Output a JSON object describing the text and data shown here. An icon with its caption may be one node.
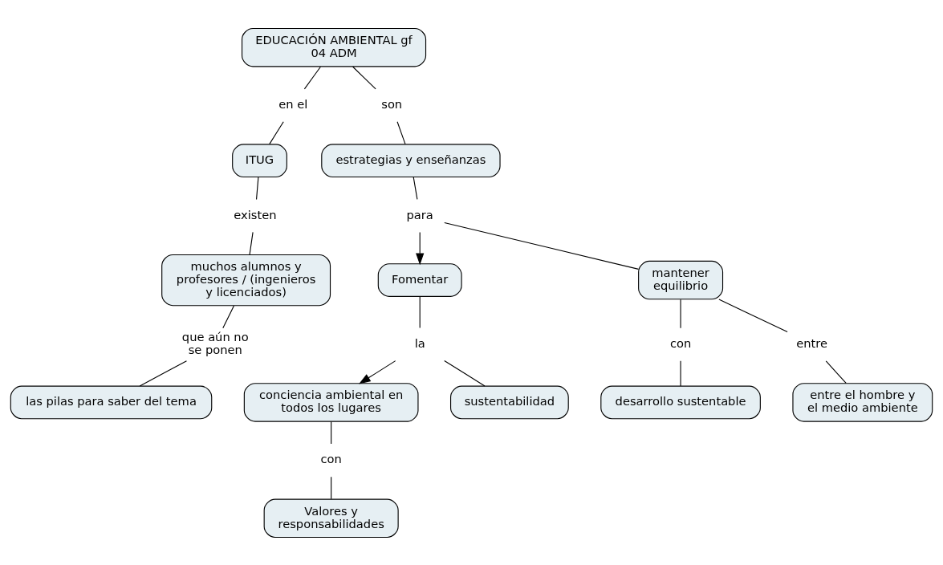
{
  "diagram": {
    "nodes": [
      {
        "text": [
          "EDUCACIÓN AMBIENTAL gf 04 ADM"
        ]
      },
      {
        "text": [
          "en el"
        ]
      },
      {
        "text": [
          "ITUG"
        ]
      },
      {
        "text": [
          "existen"
        ]
      },
      {
        "text": [
          "muchos alumnos y profesores / (ingenieros y licenciados)"
        ]
      },
      {
        "text": [
          "que aún no se ponen"
        ]
      },
      {
        "text": [
          "las pilas para saber del tema"
        ]
      },
      {
        "text": [
          "son"
        ]
      },
      {
        "text": [
          "estrategias y enseñanzas"
        ]
      },
      {
        "text": [
          "para"
        ]
      },
      {
        "text": [
          "Fomentar"
        ]
      },
      {
        "text": [
          "la"
        ]
      },
      {
        "text": [
          "conciencia ambiental en todos los lugares"
        ]
      },
      {
        "text": [
          "mantener equilibrio"
        ]
      },
      {
        "text": [
          "con"
        ]
      },
      {
        "text": [
          "desarrollo sustentable"
        ]
      },
      {
        "text": [
          "entre"
        ]
      },
      {
        "text": [
          "entre el hombre y el medio ambiente"
        ]
      },
      {
        "text": [
          "sustentabilidad"
        ]
      },
      {
        "text": [
          "con"
        ]
      },
      {
        "text": [
          "Valores y responsabilidades"
        ]
      }
    ],
    "edges": [
      {
        "from": 0,
        "to": 1,
        "arrow": "none"
      },
      {
        "from": 1,
        "to": 2,
        "arrow": "none"
      },
      {
        "from": 2,
        "to": 3,
        "arrow": "none"
      },
      {
        "from": 3,
        "to": 4,
        "arrow": "none"
      },
      {
        "from": 4,
        "to": 5,
        "arrow": "none"
      },
      {
        "from": 5,
        "to": 6,
        "arrow": "none"
      },
      {
        "from": 0,
        "to": 7,
        "arrow": "none"
      },
      {
        "from": 7,
        "to": 8,
        "arrow": "none"
      },
      {
        "from": 8,
        "to": 9,
        "arrow": "none"
      },
      {
        "from": 9,
        "to": 10,
        "arrow": "to"
      },
      {
        "from": 10,
        "to": 11,
        "arrow": "none"
      },
      {
        "from": 11,
        "to": 12,
        "arrow": "to"
      },
      {
        "from": 11,
        "to": 18,
        "arrow": "none"
      },
      {
        "from": 9,
        "to": 13,
        "arrow": "none"
      },
      {
        "from": 13,
        "to": 14,
        "arrow": "none"
      },
      {
        "from": 14,
        "to": 15,
        "arrow": "none"
      },
      {
        "from": 13,
        "to": 16,
        "arrow": "none"
      },
      {
        "from": 16,
        "to": 17,
        "arrow": "none"
      },
      {
        "from": 12,
        "to": 19,
        "arrow": "none"
      },
      {
        "from": 19,
        "to": 20,
        "arrow": "none"
      }
    ]
  }
}
